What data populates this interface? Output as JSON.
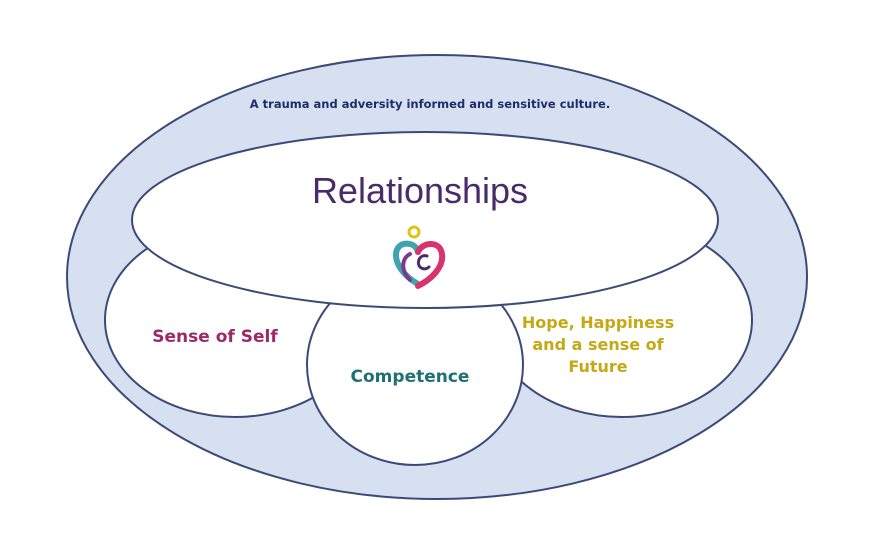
{
  "diagram": {
    "outer_label": "A trauma and adversity informed and sensitive culture.",
    "center_title": "Relationships",
    "left_circle": "Sense of Self",
    "center_circle": "Competence",
    "right_circle": {
      "line1": "Hope, Happiness",
      "line2": "and a sense of",
      "line3": "Future"
    },
    "logo_icon": "heart-c-logo-icon",
    "colors": {
      "outer_fill": "#d6e0f1",
      "stroke": "#3c4a78",
      "outer_label": "#1f2d6b",
      "title": "#4a2a6b",
      "self": "#9b2a66",
      "competence": "#1f6f73",
      "hope": "#c4a814"
    }
  }
}
